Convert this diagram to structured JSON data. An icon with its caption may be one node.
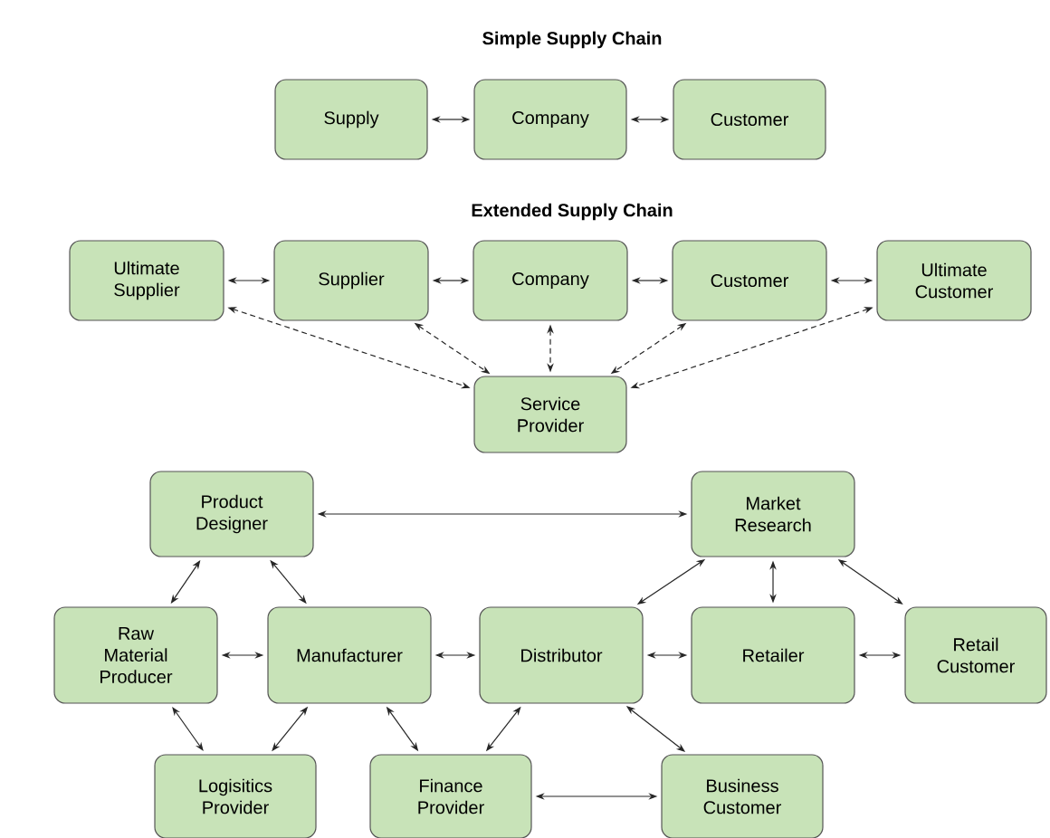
{
  "diagram": {
    "title": "Simple Supply Chain",
    "nodes": [
      {
        "text": [
          "Supply"
        ]
      },
      {
        "text": [
          "Company"
        ]
      },
      {
        "text": [
          "Customer"
        ]
      },
      {
        "text": [
          "Ultimate Supplier"
        ]
      },
      {
        "text": [
          "Supplier"
        ]
      },
      {
        "text": [
          "Company"
        ]
      },
      {
        "text": [
          "Customer"
        ]
      },
      {
        "text": [
          "Ultimate Customer"
        ]
      },
      {
        "text": [
          "Service Provider"
        ]
      },
      {
        "text": [
          "Product Designer"
        ]
      },
      {
        "text": [
          "Market Research"
        ]
      },
      {
        "text": [
          "Raw Material Producer"
        ]
      },
      {
        "text": [
          "Manufacturer"
        ]
      },
      {
        "text": [
          "Distributor"
        ]
      },
      {
        "text": [
          "Retailer"
        ]
      },
      {
        "text": [
          "Retail Customer"
        ]
      },
      {
        "text": [
          "Logisitics Provider"
        ]
      },
      {
        "text": [
          "Finance Provider"
        ]
      },
      {
        "text": [
          "Business Customer"
        ]
      }
    ],
    "edges": [
      {
        "from": 0,
        "to": 1,
        "arrow": "both"
      },
      {
        "from": 1,
        "to": 2,
        "arrow": "both"
      },
      {
        "from": 3,
        "to": 4,
        "arrow": "both"
      },
      {
        "from": 4,
        "to": 5,
        "arrow": "both"
      },
      {
        "from": 5,
        "to": 6,
        "arrow": "both"
      },
      {
        "from": 6,
        "to": 7,
        "arrow": "both"
      },
      {
        "from": 3,
        "to": 8,
        "arrow": "both",
        "style": "dashed"
      },
      {
        "from": 4,
        "to": 8,
        "arrow": "both",
        "style": "dashed"
      },
      {
        "from": 5,
        "to": 8,
        "arrow": "both",
        "style": "dashed"
      },
      {
        "from": 6,
        "to": 8,
        "arrow": "both",
        "style": "dashed"
      },
      {
        "from": 7,
        "to": 8,
        "arrow": "both",
        "style": "dashed"
      },
      {
        "from": 9,
        "to": 10,
        "arrow": "both"
      },
      {
        "from": 9,
        "to": 11,
        "arrow": "both"
      },
      {
        "from": 9,
        "to": 12,
        "arrow": "both"
      },
      {
        "from": 10,
        "to": 13,
        "arrow": "both"
      },
      {
        "from": 10,
        "to": 14,
        "arrow": "both"
      },
      {
        "from": 10,
        "to": 15,
        "arrow": "both"
      },
      {
        "from": 11,
        "to": 12,
        "arrow": "both"
      },
      {
        "from": 12,
        "to": 13,
        "arrow": "both"
      },
      {
        "from": 13,
        "to": 14,
        "arrow": "both"
      },
      {
        "from": 14,
        "to": 15,
        "arrow": "both"
      },
      {
        "from": 11,
        "to": 16,
        "arrow": "both"
      },
      {
        "from": 12,
        "to": 16,
        "arrow": "both"
      },
      {
        "from": 12,
        "to": 17,
        "arrow": "both"
      },
      {
        "from": 13,
        "to": 17,
        "arrow": "both"
      },
      {
        "from": 13,
        "to": 18,
        "arrow": "both"
      },
      {
        "from": 17,
        "to": 18,
        "arrow": "both"
      }
    ],
    "labels": [
      "Extended Supply Chain"
    ]
  }
}
